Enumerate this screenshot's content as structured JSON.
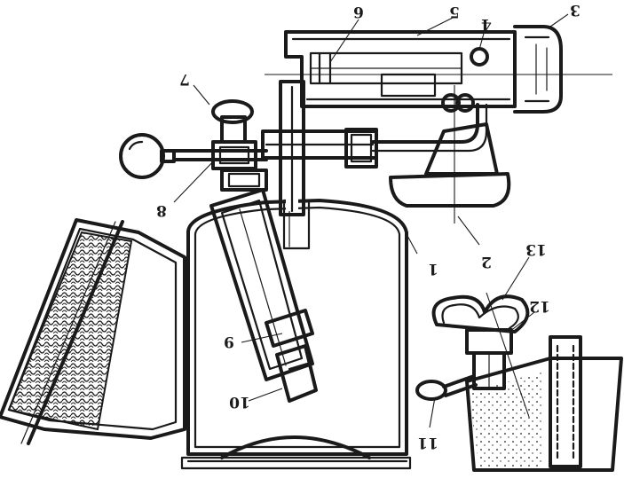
{
  "diagram": {
    "callouts": [
      {
        "id": "c1",
        "text": "1"
      },
      {
        "id": "c2",
        "text": "2"
      },
      {
        "id": "c3",
        "text": "3"
      },
      {
        "id": "c4",
        "text": "4"
      },
      {
        "id": "c5",
        "text": "5"
      },
      {
        "id": "c6",
        "text": "6"
      },
      {
        "id": "c7",
        "text": "7"
      },
      {
        "id": "c8",
        "text": "8"
      },
      {
        "id": "c9",
        "text": "9"
      },
      {
        "id": "c10",
        "text": "10"
      },
      {
        "id": "c11",
        "text": "11"
      },
      {
        "id": "c12",
        "text": "12"
      },
      {
        "id": "c13",
        "text": "13"
      }
    ],
    "colors": {
      "ink": "#1a1a1a",
      "paper": "#ffffff"
    }
  }
}
